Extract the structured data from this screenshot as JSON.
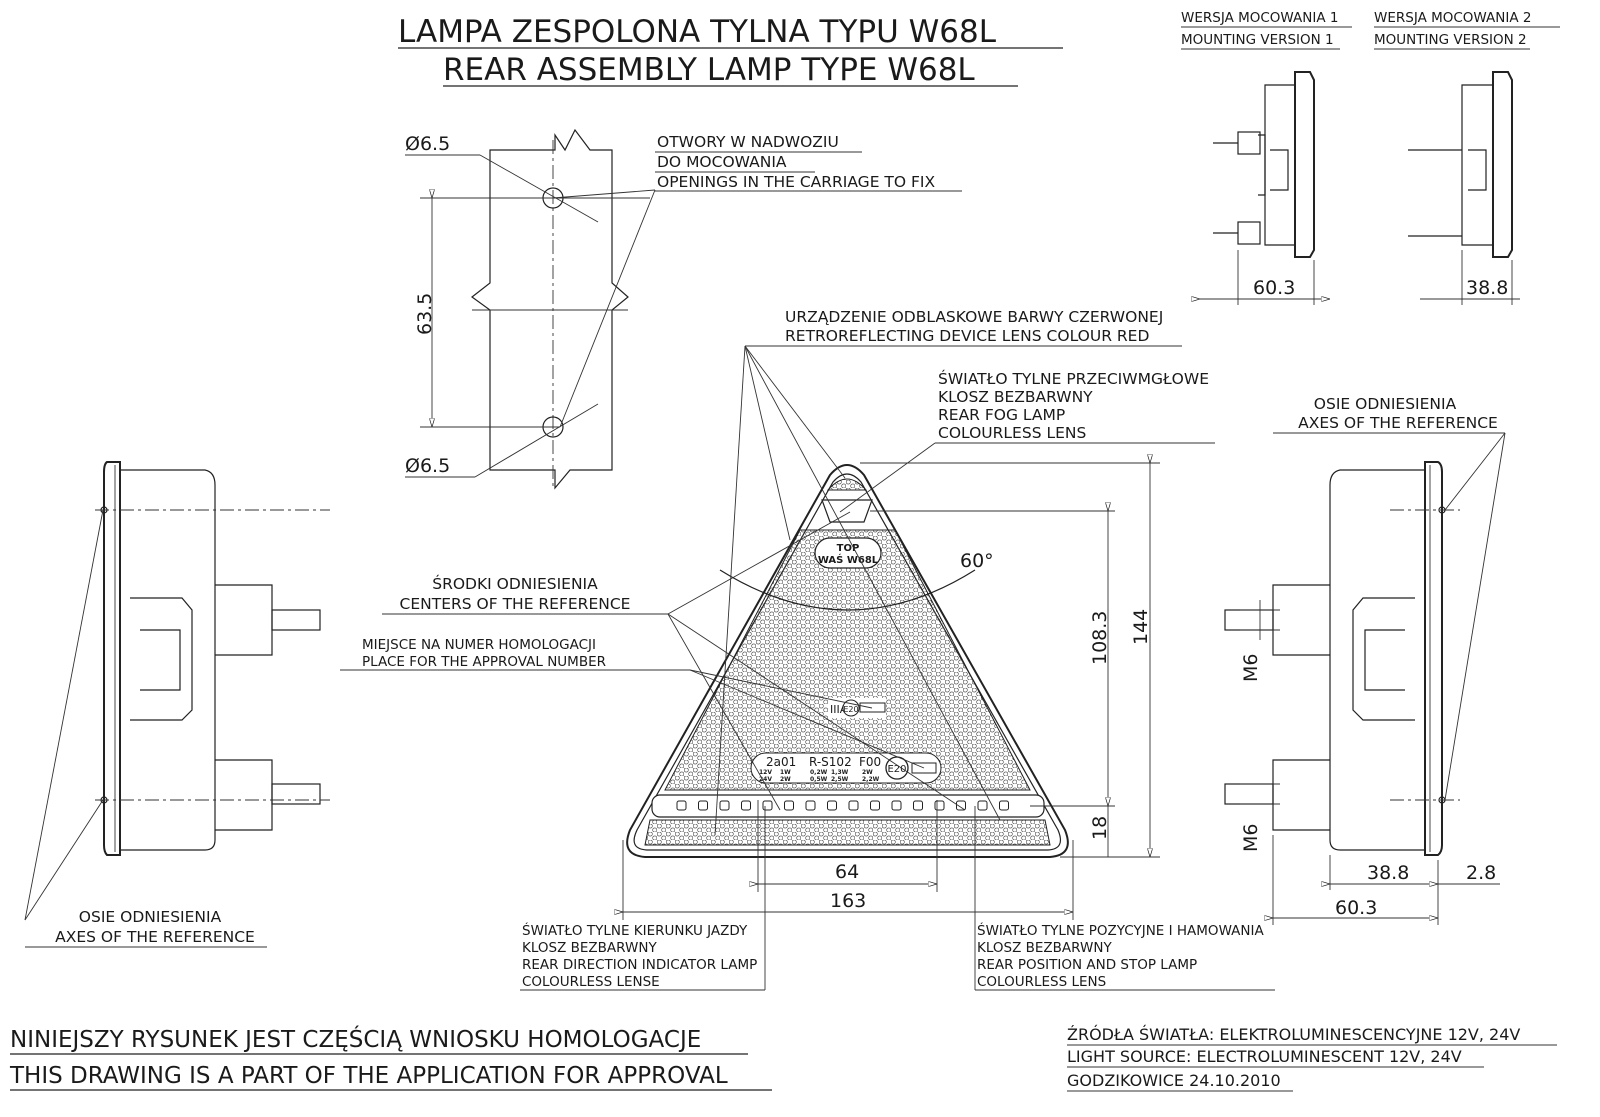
{
  "title": {
    "line1": "LAMPA ZESPOLONA TYLNA  TYPU W68L",
    "line2": "REAR ASSEMBLY LAMP TYPE W68L"
  },
  "mounting_versions": [
    {
      "pl": "WERSJA MOCOWANIA 1",
      "en": "MOUNTING VERSION 1",
      "dimension": "60.3"
    },
    {
      "pl": "WERSJA MOCOWANIA 2",
      "en": "MOUNTING VERSION 2",
      "dimension": "38.8"
    }
  ],
  "holes": {
    "diameter_top": "Ø6.5",
    "diameter_bottom": "Ø6.5",
    "spacing": "63.5",
    "label": [
      "OTWORY W NADWOZIU",
      "DO MOCOWANIA",
      "OPENINGS IN THE CARRIAGE TO FIX"
    ]
  },
  "callouts": {
    "retroreflector": [
      "URZĄDZENIE ODBLASKOWE BARWY CZERWONEJ",
      "RETROREFLECTING DEVICE LENS COLOUR RED"
    ],
    "fog_lamp": [
      "ŚWIATŁO TYLNE PRZECIWMGŁOWE",
      "KLOSZ BEZBARWNY",
      "REAR FOG LAMP",
      "COLOURLESS LENS"
    ],
    "axes_right": [
      "OSIE ODNIESIENIA",
      "AXES OF THE REFERENCE"
    ],
    "centers": [
      "ŚRODKI ODNIESIENIA",
      "CENTERS OF THE REFERENCE"
    ],
    "approval_place": [
      "MIEJSCE NA NUMER HOMOLOGACJI",
      "PLACE FOR THE APPROVAL NUMBER"
    ],
    "axes_left": [
      "OSIE ODNIESIENIA",
      "AXES OF THE REFERENCE"
    ],
    "direction_indicator": [
      "ŚWIATŁO TYLNE KIERUNKU JAZDY",
      "KLOSZ BEZBARWNY",
      "REAR DIRECTION INDICATOR LAMP",
      "COLOURLESS LENSE"
    ],
    "position_stop": [
      "ŚWIATŁO TYLNE POZYCYJNE I HAMOWANIA",
      "KLOSZ BEZBARWNY",
      "REAR POSITION AND STOP LAMP",
      "COLOURLESS LENS"
    ]
  },
  "dimensions": {
    "angle": "60°",
    "height_lens": "108.3",
    "height_total": "144",
    "bottom_strip": "18",
    "width_inner": "64",
    "width_total": "163",
    "thread_top": "M6",
    "thread_bottom": "M6",
    "side_depth": "38.8",
    "side_flange": "2.8",
    "side_total": "60.3"
  },
  "lamp_markings": {
    "top": "TOP",
    "model": "WAŚ W68L",
    "class": "IIIA",
    "approval_mark": "E20",
    "codes": [
      "2a01",
      "R-S102",
      "F00"
    ],
    "voltages": [
      "12V",
      "24V"
    ],
    "powers_2a01": [
      "1W",
      "2W"
    ],
    "powers_rs102_a": [
      "0,2W",
      "0,5W"
    ],
    "powers_rs102_b": [
      "1,3W",
      "2,5W"
    ],
    "powers_f00": [
      "2W",
      "2,2W"
    ]
  },
  "footer": {
    "note_pl": "NINIEJSZY RYSUNEK JEST CZĘŚCIĄ WNIOSKU  HOMOLOGACJE",
    "note_en": "THIS DRAWING IS A PART OF THE APPLICATION FOR  APPROVAL",
    "source_pl": "ŹRÓDŁA ŚWIATŁA: ELEKTROLUMINESCENCYJNE  12V, 24V",
    "source_en": "LIGHT SOURCE: ELECTROLUMINESCENT  12V, 24V",
    "place_date": "GODZIKOWICE 24.10.2010"
  }
}
